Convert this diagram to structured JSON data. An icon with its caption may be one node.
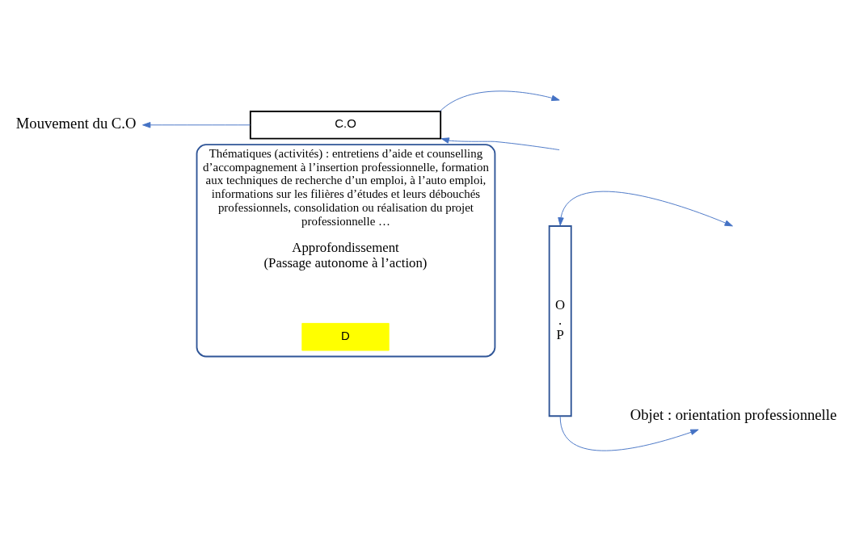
{
  "diagram": {
    "nodes": [
      {
        "text": [
          "Mouvement du C.O"
        ]
      },
      {
        "text": [
          "C.O"
        ]
      },
      {
        "text": [
          "Thématiques (activités) : entretiens d’aide et counselling d’accompagnement à l’insertion professionnelle, formation aux techniques de recherche d’un emploi, à l’auto emploi, informations sur les filières d’études et leurs débouchés professionnels, consolidation ou réalisation du projet professionnelle …",
          "Approfondissement",
          "(Passage autonome à l’action)"
        ]
      },
      {
        "text": [
          "D"
        ],
        "in": 2
      },
      {
        "text": [
          "O . P"
        ]
      },
      {
        "text": [
          "Objet : orientation professionnelle"
        ]
      }
    ],
    "edges": [
      {
        "from": 1,
        "to": 0,
        "arrow": "to"
      },
      {
        "from": 4,
        "to": null,
        "arrow": "both"
      },
      {
        "from": 1,
        "to": null,
        "arrow": "to"
      },
      {
        "from": null,
        "to": 1,
        "arrow": "to"
      },
      {
        "from": 4,
        "to": 5,
        "arrow": "to"
      }
    ]
  }
}
